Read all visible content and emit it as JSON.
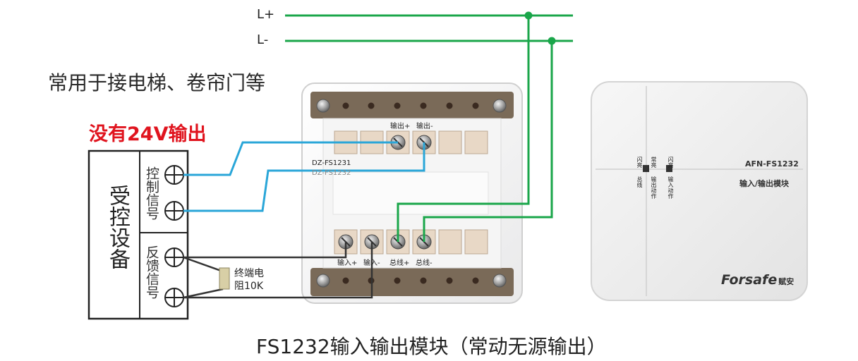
{
  "bus": {
    "l_plus": "L+",
    "l_minus": "L-"
  },
  "usage_text": "常用于接电梯、卷帘门等",
  "warning_text": "没有24V输出",
  "controlled_device": {
    "name": "受控设备",
    "control_signal": "控制信号",
    "feedback_signal": "反馈信号"
  },
  "end_resistor": "终端电阻10K",
  "base_board": {
    "model_a": "DZ-FS1231",
    "model_b": "DZ-FS1232",
    "top_terminals": {
      "out_plus": "输出+",
      "out_minus": "输出-"
    },
    "bottom_terminals": {
      "in_plus": "输入+",
      "in_minus": "输入-",
      "bus_plus": "总线+",
      "bus_minus": "总线-"
    }
  },
  "module_front": {
    "model": "AFN-FS1232",
    "name": "输入/输出模块",
    "indicator_1": "闪亮",
    "indicator_1b": "常亮",
    "indicator_1_sub": "总线",
    "indicator_1b_sub": "输出动作",
    "indicator_2": "闪亮",
    "indicator_2_sub": "输入动作",
    "brand": "Forsafe",
    "brand_cn": "赋安"
  },
  "caption": "FS1232输入输出模块（常动无源输出）",
  "colors": {
    "bus_green": "#1aa64a",
    "signal_blue": "#2aa6d8",
    "feedback_dark": "#333333",
    "warning_red": "#e0141e"
  }
}
